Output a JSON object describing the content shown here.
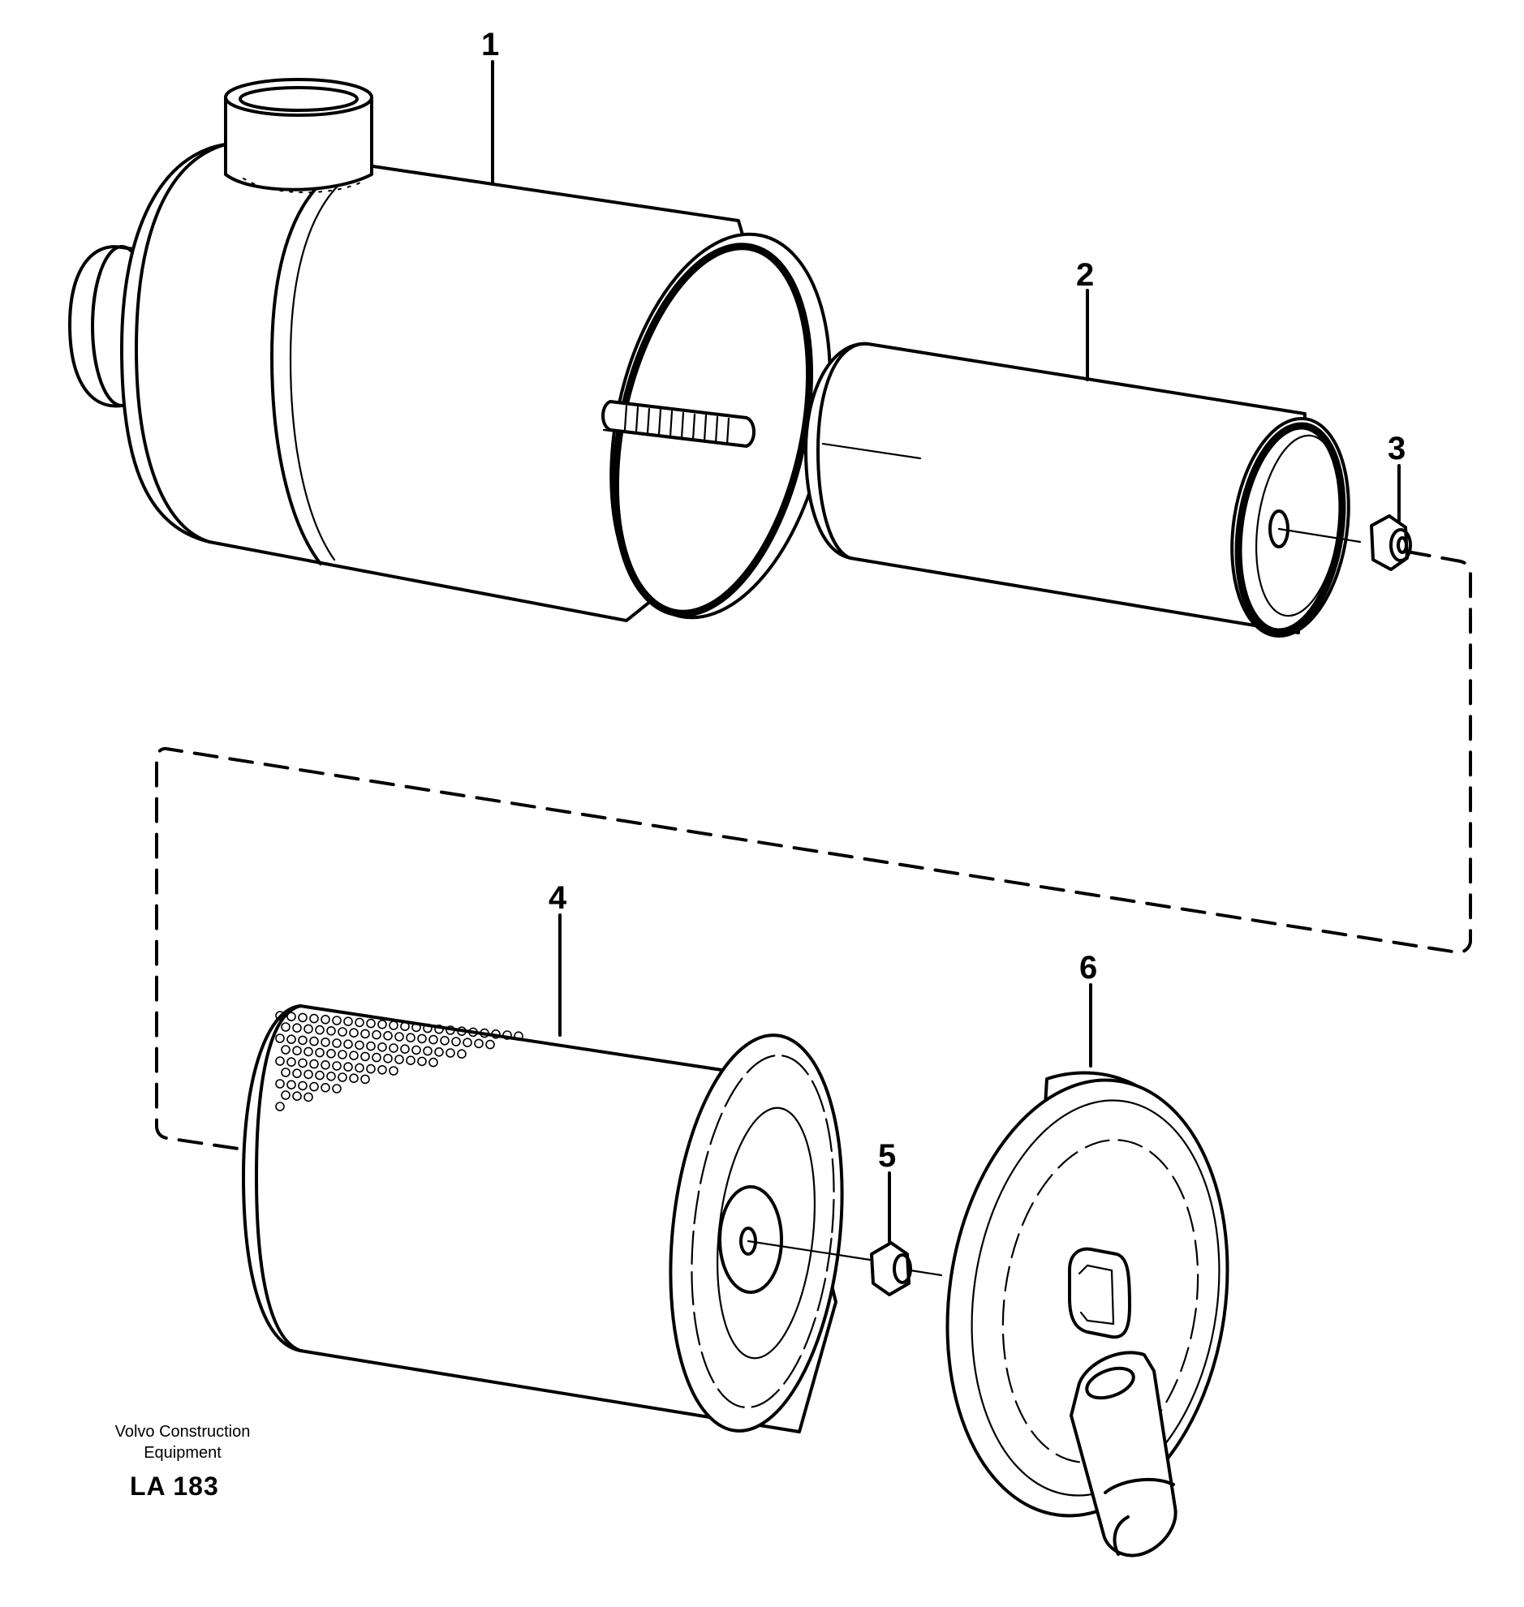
{
  "diagram": {
    "callouts": [
      {
        "id": "1",
        "label": "1"
      },
      {
        "id": "2",
        "label": "2"
      },
      {
        "id": "3",
        "label": "3"
      },
      {
        "id": "4",
        "label": "4"
      },
      {
        "id": "5",
        "label": "5"
      },
      {
        "id": "6",
        "label": "6"
      }
    ]
  },
  "caption": {
    "company_line1": "Volvo Construction",
    "company_line2": "Equipment",
    "code": "LA 183"
  }
}
